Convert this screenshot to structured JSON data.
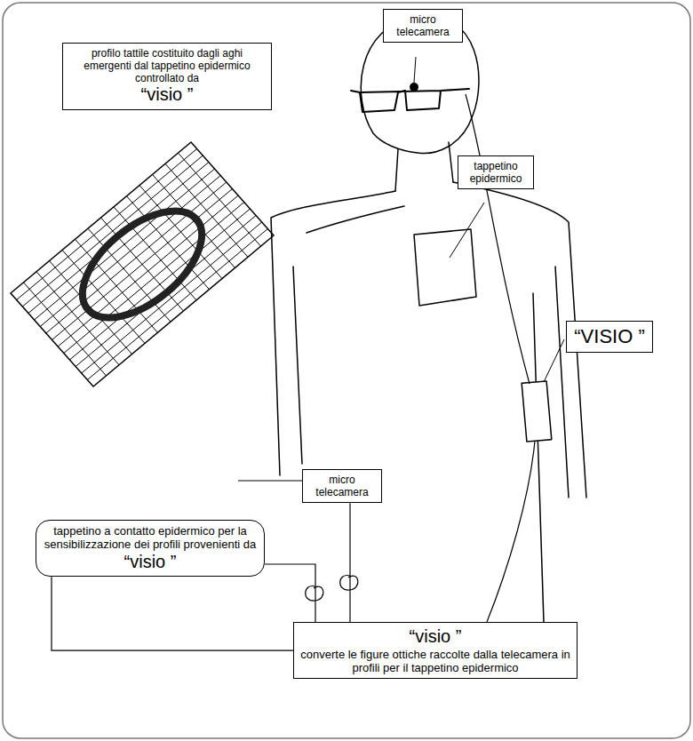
{
  "diagram": {
    "nodes": [
      {
        "text": [
          "profilo tattile costituito dagli aghi emergenti dal tappetino epidermico controllato da",
          "“visio ”"
        ]
      },
      {
        "text": [
          "micro telecamera"
        ]
      },
      {
        "text": [
          "tappetino epidermico"
        ]
      },
      {
        "text": [
          "“VISIO ”"
        ]
      },
      {
        "text": [
          "micro telecamera"
        ]
      },
      {
        "text": [
          "tappetino a contatto epidermico per la sensibilizzazione dei profili provenienti da",
          "“visio ”"
        ]
      },
      {
        "text": [
          "“visio ”",
          "converte le figure ottiche raccolte dalla telecamera in profili per il tappetino epidermico"
        ]
      }
    ],
    "edges": [
      {
        "from": 5,
        "to": 6,
        "arrow": "none"
      },
      {
        "from": 5,
        "to": 6,
        "arrow": "none"
      },
      {
        "from": 4,
        "to": 6,
        "arrow": "none"
      }
    ]
  }
}
